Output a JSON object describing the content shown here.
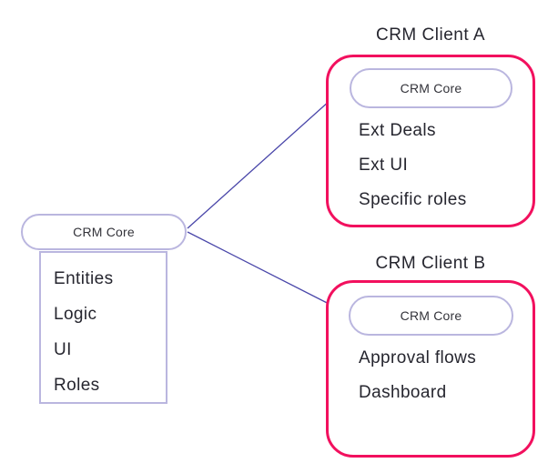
{
  "colors": {
    "client-border": "#F2105E",
    "core-border": "#BAB6DF",
    "arrow": "#4946A9",
    "text": "#26262F"
  },
  "core": {
    "pill_label": "CRM Core",
    "items": [
      "Entities",
      "Logic",
      "UI",
      "Roles"
    ]
  },
  "clients": [
    {
      "title": "CRM Client A",
      "pill_label": "CRM Core",
      "items": [
        "Ext Deals",
        "Ext UI",
        "Specific roles"
      ]
    },
    {
      "title": "CRM Client B",
      "pill_label": "CRM Core",
      "items": [
        "Approval flows",
        "Dashboard"
      ]
    }
  ]
}
